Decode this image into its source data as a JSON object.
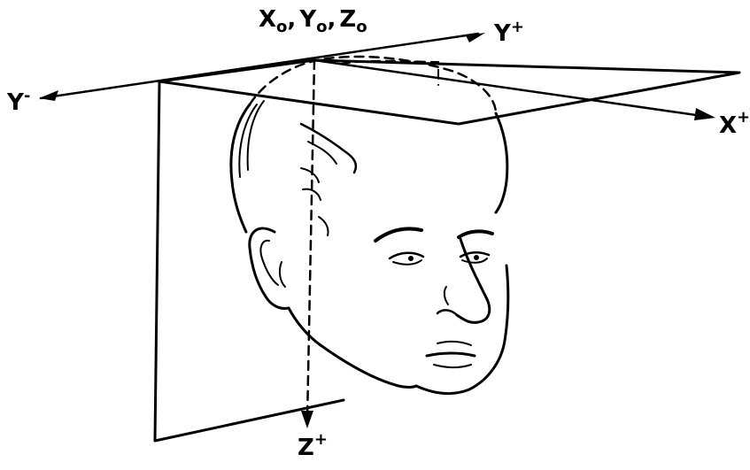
{
  "origin_label": {
    "x_main": "X",
    "x_sub": "o",
    "y_main": "Y",
    "y_sub": "o",
    "z_main": "Z",
    "z_sub": "o",
    "separator": ","
  },
  "axes": {
    "y_plus": {
      "main": "Y",
      "sup": "+"
    },
    "y_minus": {
      "main": "Y",
      "sup": "-"
    },
    "x_plus": {
      "main": "X",
      "sup": "+"
    },
    "z_plus": {
      "main": "Z",
      "sup": "+"
    }
  },
  "colors": {
    "ink": "#000000",
    "background": "#ffffff"
  },
  "icons": {
    "head": "human-head-profile-icon"
  }
}
